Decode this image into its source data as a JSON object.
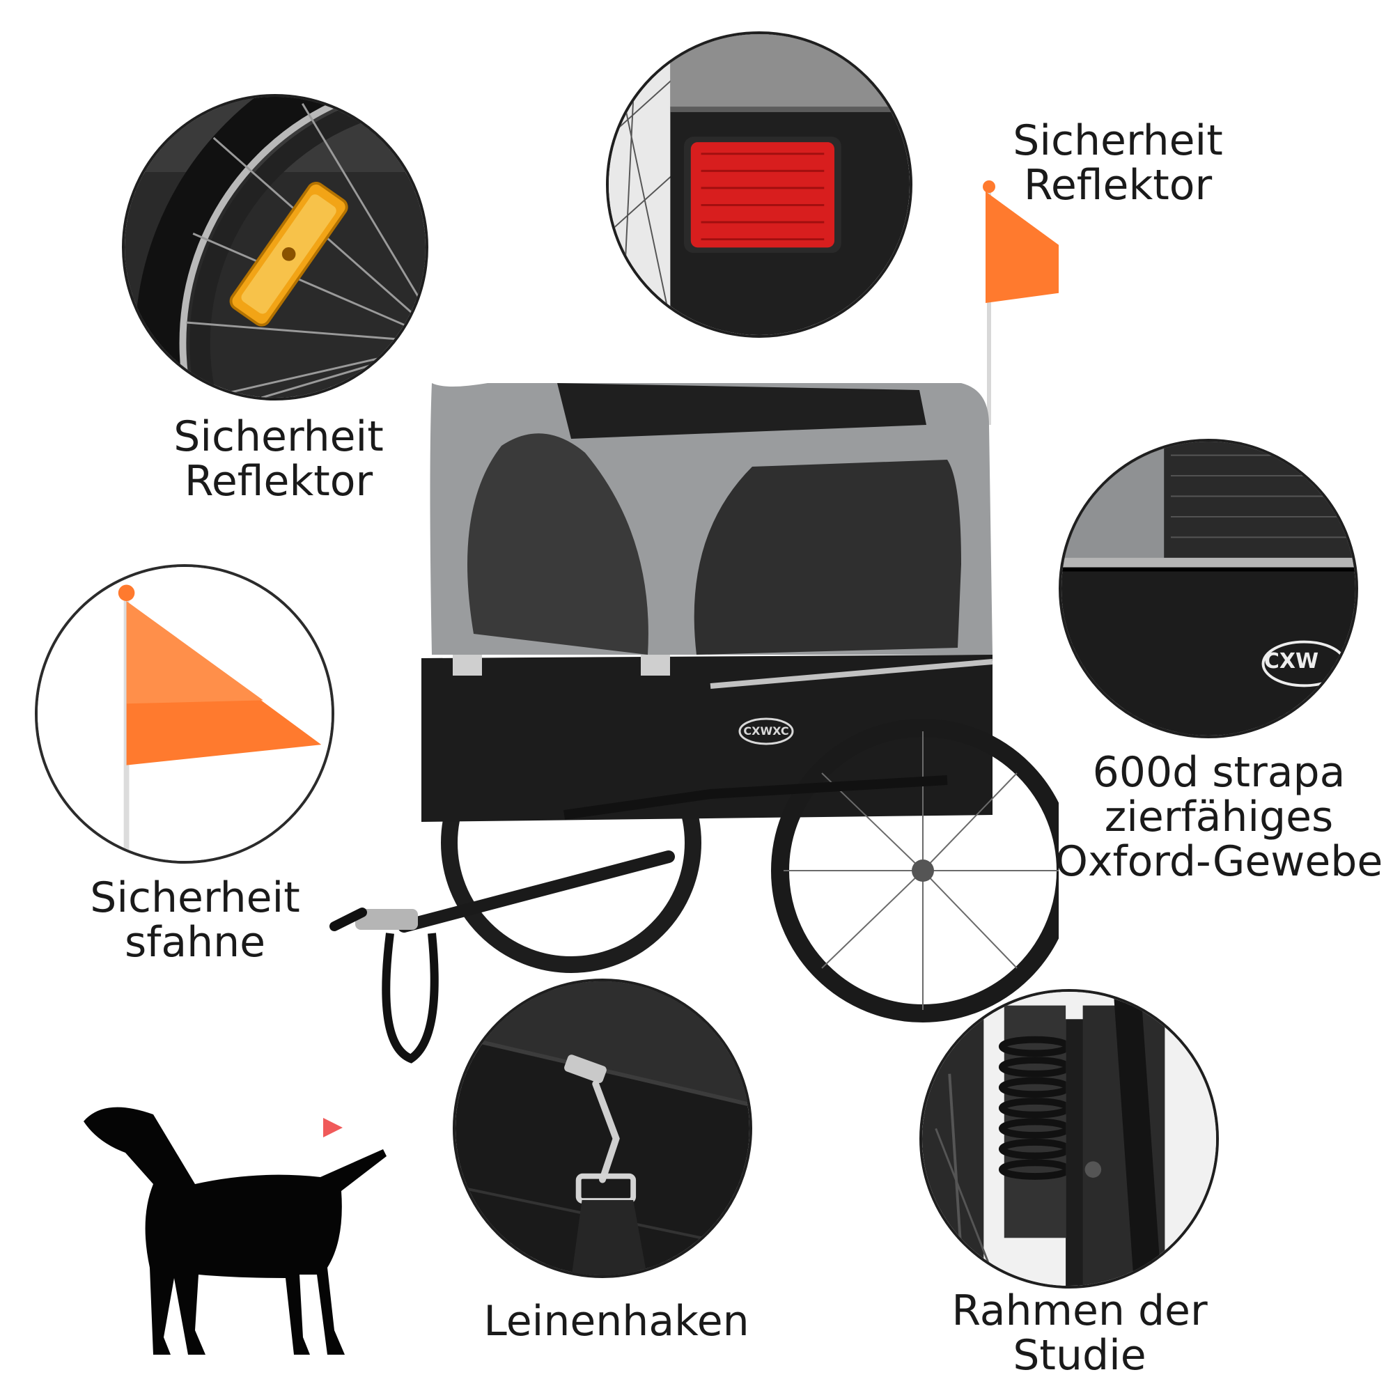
{
  "callouts": {
    "reflector_wheel": {
      "line1": "Sicherheit",
      "line2": "Reflektor"
    },
    "reflector_rear": {
      "line1": "Sicherheit",
      "line2": "Reflektor"
    },
    "flag": {
      "line1": "Sicherheit",
      "line2": "sfahne"
    },
    "fabric": {
      "line1": "600d strapa",
      "line2": "zierfähiges",
      "line3": "Oxford-Gewebe"
    },
    "leash_hook": {
      "line1": "Leinenhaken"
    },
    "frame": {
      "line1": "Rahmen der",
      "line2": "Studie"
    }
  },
  "logos": {
    "trailer_badge": "CXWXC",
    "fabric_badge": "CXW"
  },
  "colors": {
    "flag_orange": "#ff7a2e",
    "reflector_amber": "#f2a416",
    "reflector_red": "#d81e1e",
    "trailer_grey": "#9a9c9e",
    "trailer_black": "#1c1c1c",
    "pointer_red": "#f05a5a"
  }
}
